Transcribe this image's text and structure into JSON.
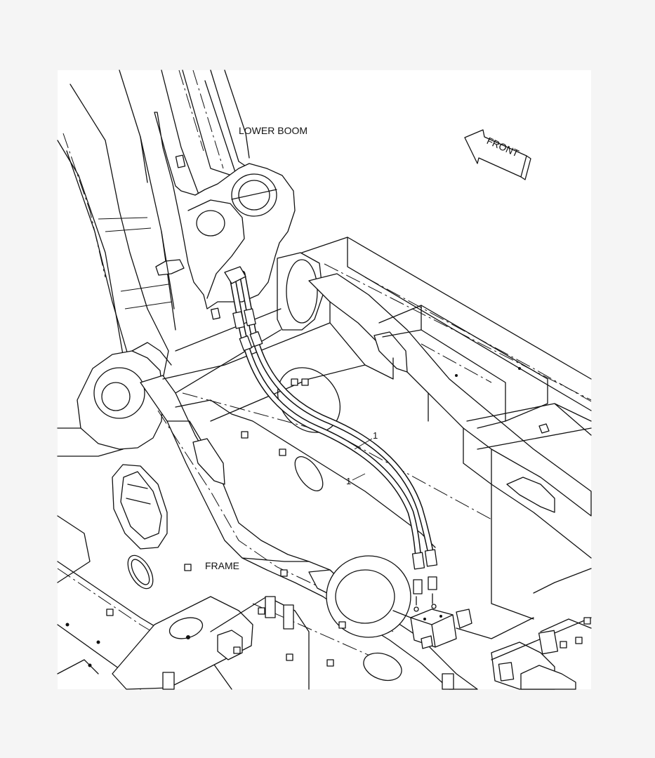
{
  "labels": {
    "lower_boom": "LOWER BOOM",
    "front": "FRONT",
    "frame": "FRAME",
    "callout_upper": "1",
    "callout_lower": "1"
  },
  "colors": {
    "background": "#f5f5f5",
    "line": "#111111",
    "paper": "#ffffff"
  },
  "icons": {
    "front_arrow": "front-arrow-icon"
  }
}
